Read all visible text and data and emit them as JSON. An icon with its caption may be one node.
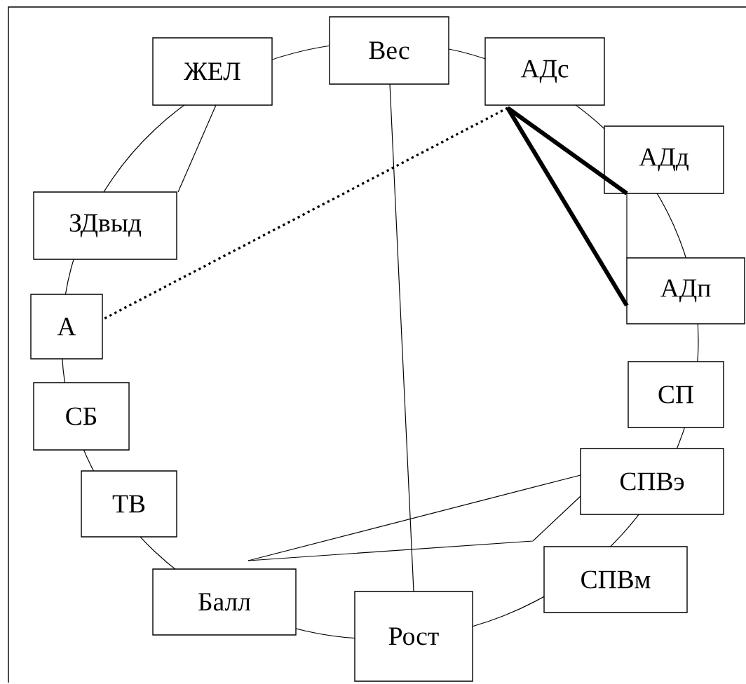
{
  "diagram": {
    "nodes": [
      {
        "text": [
          "Вес"
        ]
      },
      {
        "text": [
          "ЖЕЛ"
        ]
      },
      {
        "text": [
          "АДс"
        ]
      },
      {
        "text": [
          "АДд"
        ]
      },
      {
        "text": [
          "ЗДвыд"
        ]
      },
      {
        "text": [
          "А"
        ]
      },
      {
        "text": [
          "АДп"
        ]
      },
      {
        "text": [
          "СП"
        ]
      },
      {
        "text": [
          "СБ"
        ]
      },
      {
        "text": [
          "ТВ"
        ]
      },
      {
        "text": [
          "СПВэ"
        ]
      },
      {
        "text": [
          "СПВм"
        ]
      },
      {
        "text": [
          "Балл"
        ]
      },
      {
        "text": [
          "Рост"
        ]
      }
    ],
    "edges": [
      {
        "from": 1,
        "to": 4,
        "arrow": "none"
      },
      {
        "from": 0,
        "to": 13,
        "arrow": "none"
      },
      {
        "from": 2,
        "to": 5,
        "arrow": "none",
        "style": "dashed"
      },
      {
        "from": 2,
        "to": 3,
        "arrow": "none",
        "style": "thick"
      },
      {
        "from": 2,
        "to": 6,
        "arrow": "none",
        "style": "thick"
      },
      {
        "from": 3,
        "to": 6,
        "arrow": "none"
      },
      {
        "from": 10,
        "to": 12,
        "arrow": "none"
      },
      {
        "from": 12,
        "to": 10,
        "arrow": "none"
      }
    ]
  }
}
